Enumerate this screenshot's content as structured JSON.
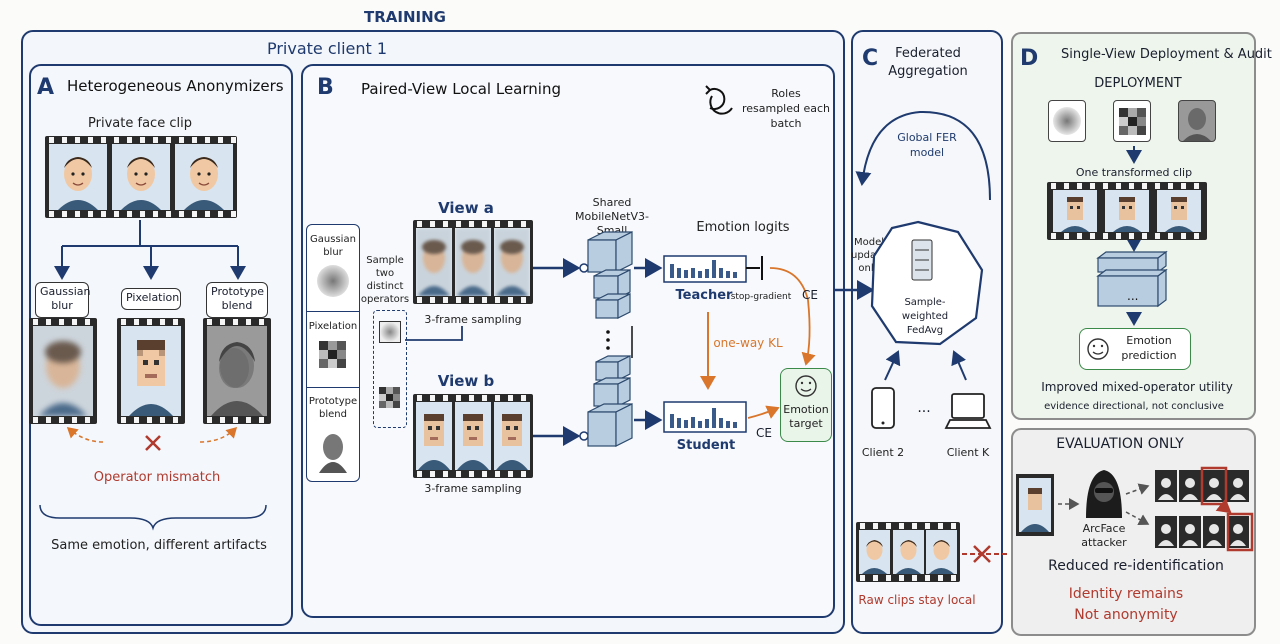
{
  "training_header": "TRAINING",
  "client_title": "Private client 1",
  "panel_a": {
    "letter": "A",
    "title": "Heterogeneous Anonymizers",
    "clip_label": "Private face clip",
    "ops": [
      "Gaussian blur",
      "Pixelation",
      "Prototype blend"
    ],
    "mismatch": "Operator mismatch",
    "footer": "Same emotion, different artifacts"
  },
  "panel_b": {
    "letter": "B",
    "title": "Paired-View Local Learning",
    "roles": "Roles resampled each batch",
    "side_ops": [
      "Gaussian blur",
      "Pixelation",
      "Prototype blend"
    ],
    "sample_two": "Sample two distinct operators",
    "view_a": "View a",
    "view_b": "View b",
    "sampling": "3-frame sampling",
    "shared": "Shared MobileNetV3-Small",
    "emotion_logits": "Emotion logits",
    "teacher": "Teacher",
    "stop_gradient": "stop-gradient",
    "student": "Student",
    "kl": "one-way KL",
    "ce": "CE",
    "emotion_target": "Emotion target"
  },
  "panel_c": {
    "letter": "C",
    "title": "Federated Aggregation",
    "global_model": "Global FER model",
    "updates": "Model updates only",
    "fedavg": "Sample-weighted FedAvg",
    "client2": "Client 2",
    "clientk": "Client K",
    "dots": "...",
    "raw_clips": "Raw clips stay local"
  },
  "panel_d": {
    "letter": "D",
    "title": "Single-View Deployment & Audit",
    "deployment": "DEPLOYMENT",
    "one_clip": "One transformed clip",
    "dots": "...",
    "emotion_prediction": "Emotion prediction",
    "utility": "Improved mixed-operator utility",
    "evidence": "evidence directional, not conclusive",
    "eval_only": "EVALUATION ONLY",
    "attacker": "ArcFace attacker",
    "reduced": "Reduced re-identification",
    "identity": "Identity remains",
    "not_anon": "Not anonymity"
  },
  "colors": {
    "navy": "#1f3a6e",
    "orange": "#d9762b",
    "red": "#b03a2e",
    "green": "#3c8a4a"
  }
}
